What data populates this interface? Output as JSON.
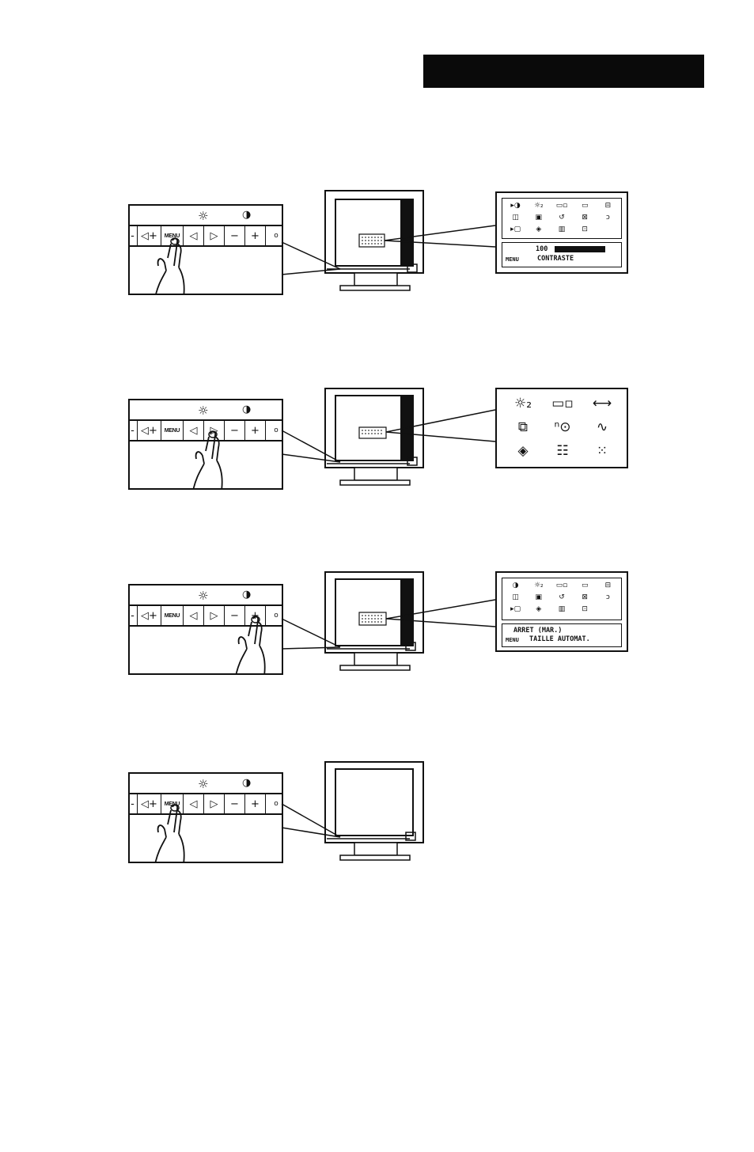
{
  "header": {
    "bar_color": "#0a0a0a"
  },
  "control_panel": {
    "top_icons": {
      "brightness": "☼",
      "contrast": "◑"
    },
    "buttons": [
      {
        "name": "volume-minus",
        "label": "-"
      },
      {
        "name": "volume-plus",
        "label": "◁+"
      },
      {
        "name": "menu",
        "label": "MENU"
      },
      {
        "name": "left",
        "label": "◁"
      },
      {
        "name": "right",
        "label": "▷"
      },
      {
        "name": "minus",
        "label": "−"
      },
      {
        "name": "plus",
        "label": "+"
      },
      {
        "name": "power",
        "label": "o"
      }
    ]
  },
  "steps": [
    {
      "pressed": "menu",
      "osd": {
        "type": "menu",
        "icons": [
          "▸◑",
          "☼₂",
          "▭▫",
          "▭",
          "⊟",
          "◫",
          "▣",
          "↺",
          "⊠",
          "ↄ",
          "▸▢",
          "◈",
          "▥",
          "⊡",
          ""
        ],
        "value": "100",
        "label": "CONTRASTE",
        "menu_tag": "MENU"
      }
    },
    {
      "pressed": "right",
      "osd": {
        "type": "icons",
        "icons": [
          "☼₂",
          "▭▫",
          "⟷",
          "⧉",
          "ⁿ⊙",
          "∿",
          "◈",
          "☷",
          "⁙"
        ]
      }
    },
    {
      "pressed": "plus",
      "osd": {
        "type": "menu",
        "icons": [
          "◑",
          "☼₂",
          "▭▫",
          "▭",
          "⊟",
          "◫",
          "▣",
          "↺",
          "⊠",
          "ↄ",
          "▸▢",
          "◈",
          "▥",
          "⊡",
          ""
        ],
        "value": "ARRET  (MAR.)",
        "label": "TAILLE AUTOMAT.",
        "menu_tag": "MENU"
      }
    },
    {
      "pressed": "menu",
      "osd": {
        "type": "none"
      }
    }
  ]
}
